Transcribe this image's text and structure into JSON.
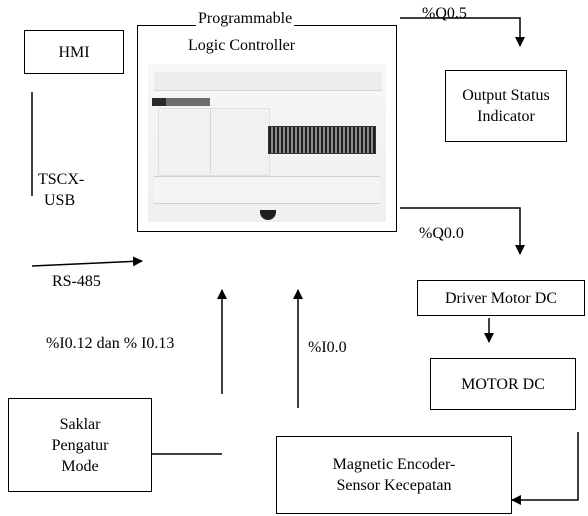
{
  "hmi": {
    "label": "HMI"
  },
  "plc": {
    "title_line1": "Programmable",
    "title_line2": "Logic Controller"
  },
  "output_status": {
    "label": "Output Status Indicator"
  },
  "driver": {
    "label": "Driver Motor DC"
  },
  "motor": {
    "label": "MOTOR DC"
  },
  "saklar": {
    "line1": "Saklar",
    "line2": "Pengatur",
    "line3": "Mode"
  },
  "encoder": {
    "line1": "Magnetic Encoder-",
    "line2": "Sensor Kecepatan"
  },
  "signals": {
    "q05": "%Q0.5",
    "q00": "%Q0.0",
    "tscx_line1": "TSCX-",
    "tscx_line2": "USB",
    "rs485": "RS-485",
    "i012": "%I0.12 dan % I0.13",
    "i00": "%I0.0"
  },
  "colors": {
    "line": "#000000",
    "background": "#ffffff",
    "plc_body": "#f2f2f2",
    "plc_io": "#202020"
  }
}
